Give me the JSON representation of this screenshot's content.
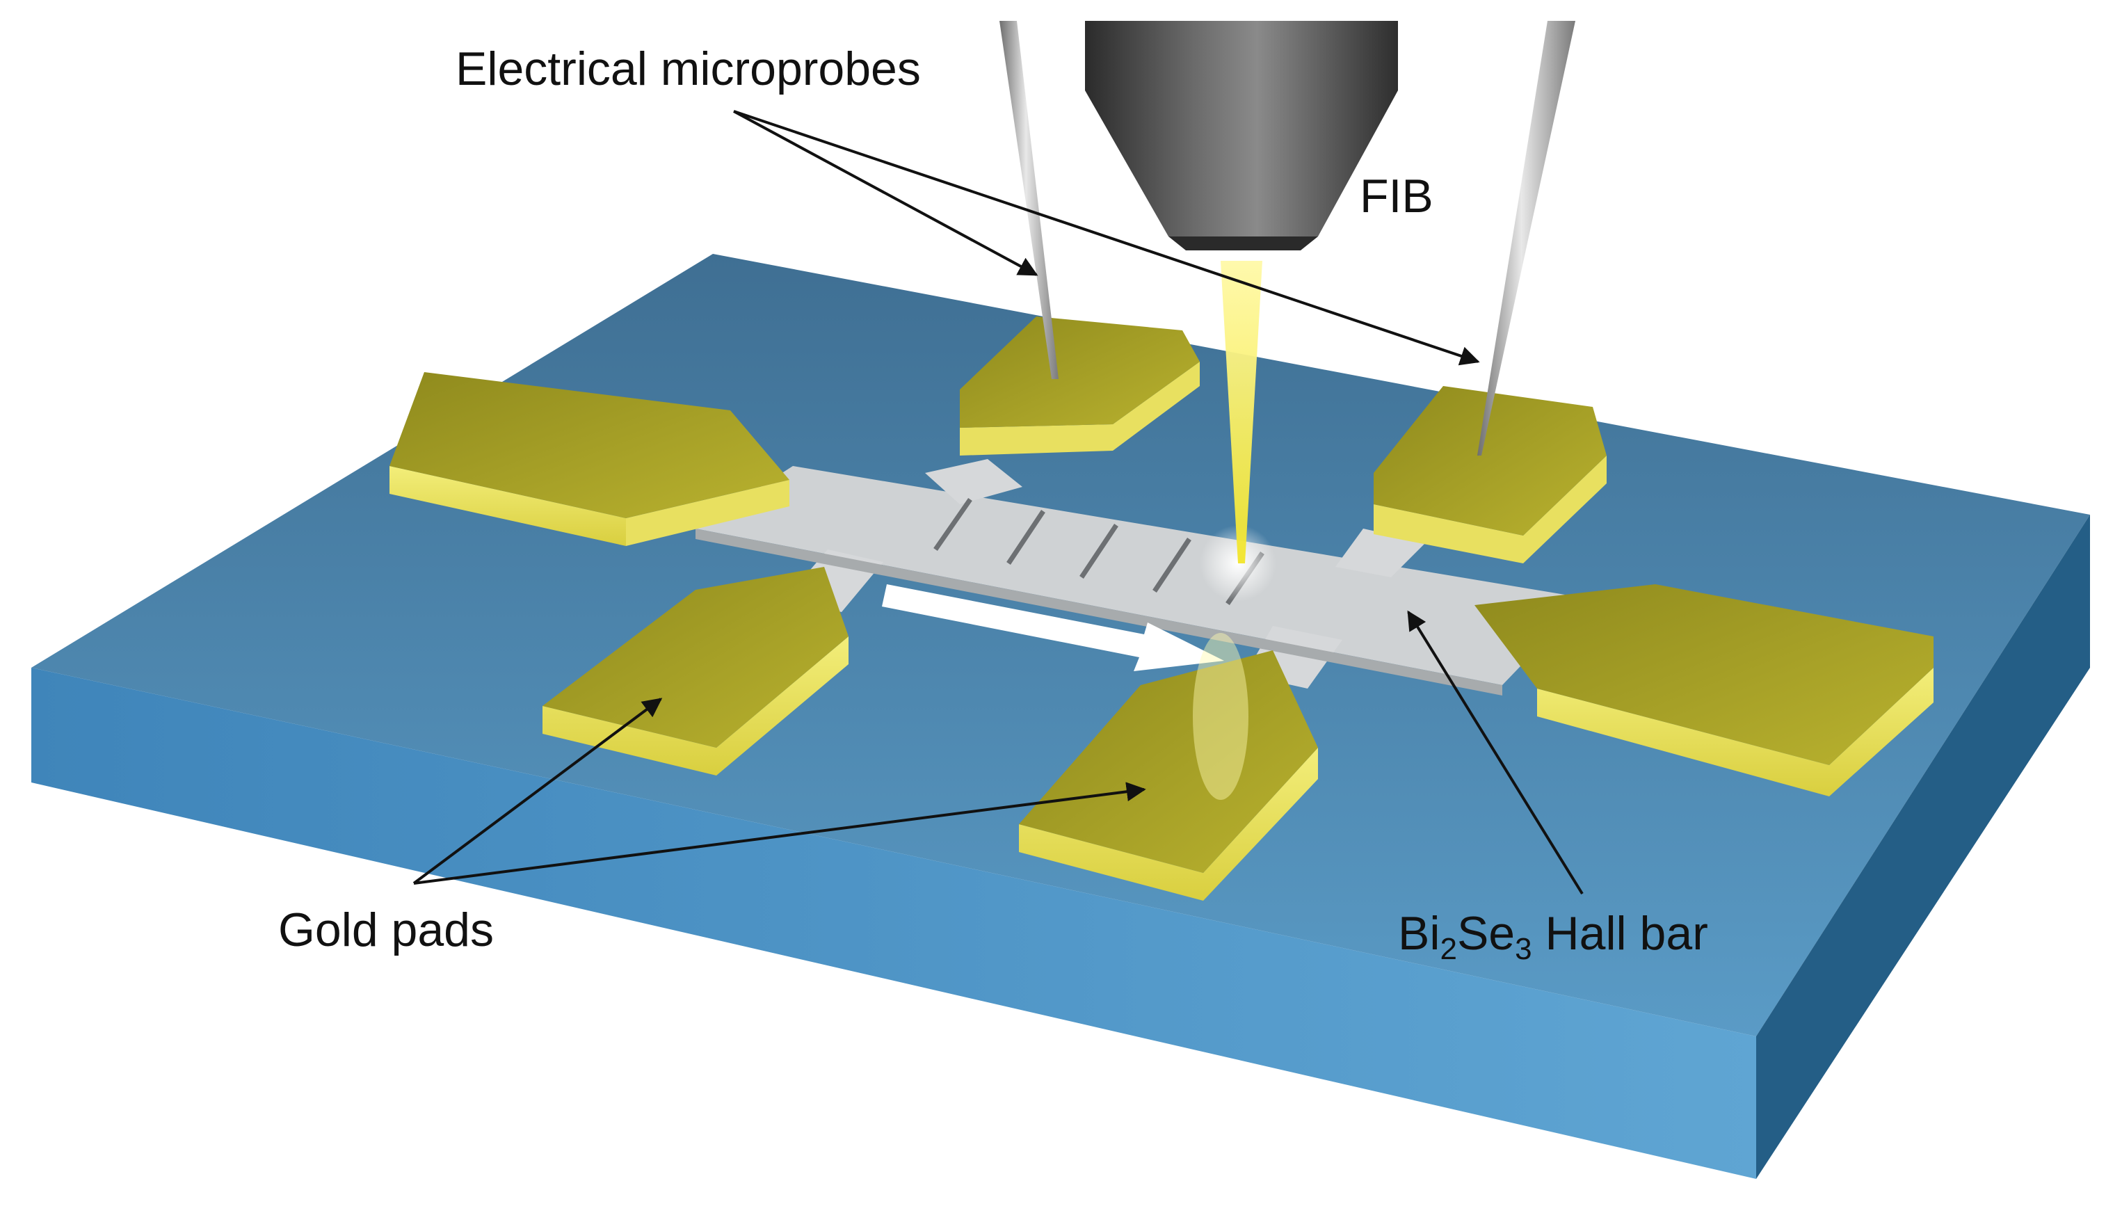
{
  "labels": {
    "microprobes": "Electrical microprobes",
    "fib": "FIB",
    "gold_pads": "Gold pads",
    "hall_bar_pre": "Bi",
    "hall_bar_sub1": "2",
    "hall_bar_mid": "Se",
    "hall_bar_sub2": "3",
    "hall_bar_post": " Hall bar"
  },
  "colors": {
    "substrate_top": "#4f87ad",
    "substrate_front": "#4c91c2",
    "substrate_side": "#245e86",
    "gold_top": "#a39c26",
    "gold_side": "#f0e96a",
    "hall_bar": "#cfd2d4",
    "beam": "#f7ee3c",
    "fib_column": "#4a4a4a"
  }
}
